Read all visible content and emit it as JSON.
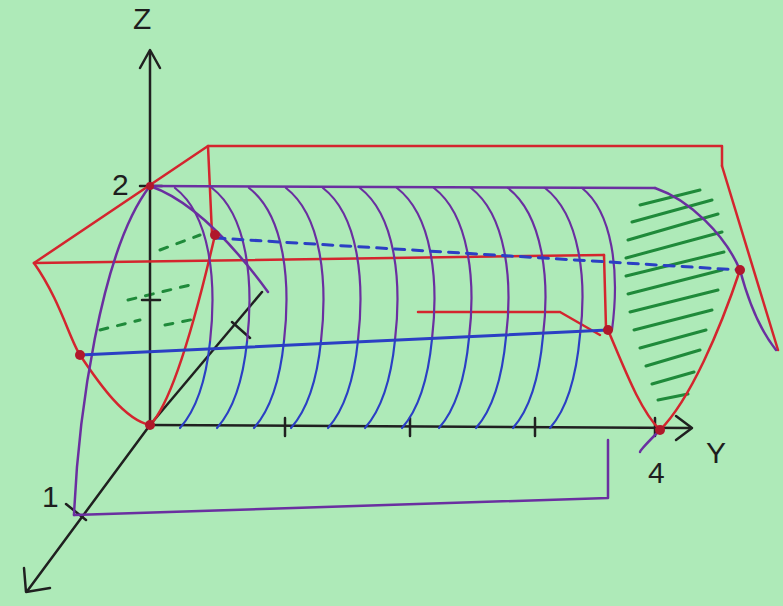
{
  "diagram": {
    "labels": [
      "Z",
      "2",
      "Y",
      "4",
      "1"
    ]
  }
}
